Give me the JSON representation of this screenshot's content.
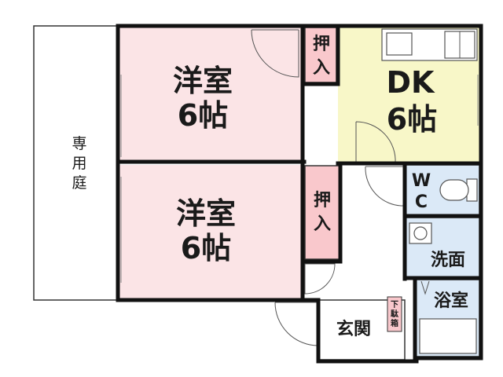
{
  "rooms": {
    "western_room_1": {
      "name": "洋室",
      "size": "6帖",
      "color": "#fbe4e6"
    },
    "western_room_2": {
      "name": "洋室",
      "size": "6帖",
      "color": "#fbe4e6"
    },
    "dk": {
      "name": "DK",
      "size": "6帖",
      "color": "#f8f7c8"
    },
    "closet_1": {
      "chars": [
        "押",
        "入"
      ],
      "color": "#f9c8cc"
    },
    "closet_2": {
      "chars": [
        "押",
        "入"
      ],
      "color": "#f9c8cc"
    },
    "wc": {
      "chars": [
        "W",
        "C"
      ],
      "color": "#dbe9f7"
    },
    "washroom": {
      "name": "洗面",
      "color": "#dbe9f7"
    },
    "bathroom": {
      "name": "浴室",
      "color": "#dbe9f7"
    },
    "entrance": {
      "name": "玄関"
    },
    "shoe_box": {
      "chars": [
        "下",
        "駄",
        "箱"
      ],
      "color": "#f9c8cc"
    },
    "private_garden": {
      "chars": [
        "専",
        "用",
        "庭"
      ]
    }
  },
  "colors": {
    "wall": "#111111",
    "thin_line": "#555555",
    "bg": "#ffffff"
  }
}
